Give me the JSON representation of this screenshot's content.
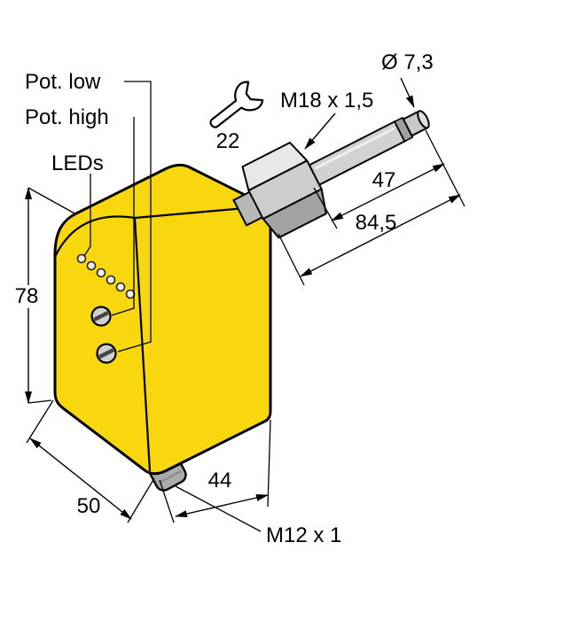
{
  "drawing": {
    "type": "technical-dimension-drawing",
    "product_labels": {
      "pot_low": "Pot. low",
      "pot_high": "Pot. high",
      "leds": "LEDs"
    },
    "dimensions": {
      "tip_diameter": "Ø 7,3",
      "probe_thread": "M18 x 1,5",
      "wrench_size": "22",
      "shaft_length": "47",
      "probe_length": "84,5",
      "body_height": "78",
      "body_width": "50",
      "body_depth": "44",
      "connector_thread": "M12 x 1"
    },
    "icons": {
      "wrench": "open-end-wrench"
    },
    "colors": {
      "background": "#FFFFFF",
      "housing_yellow": "#F8D70E",
      "metal_light": "#E8E8E8",
      "metal_mid": "#CDCDCD",
      "metal_dark": "#A2A2A2",
      "line": "#000000"
    }
  }
}
